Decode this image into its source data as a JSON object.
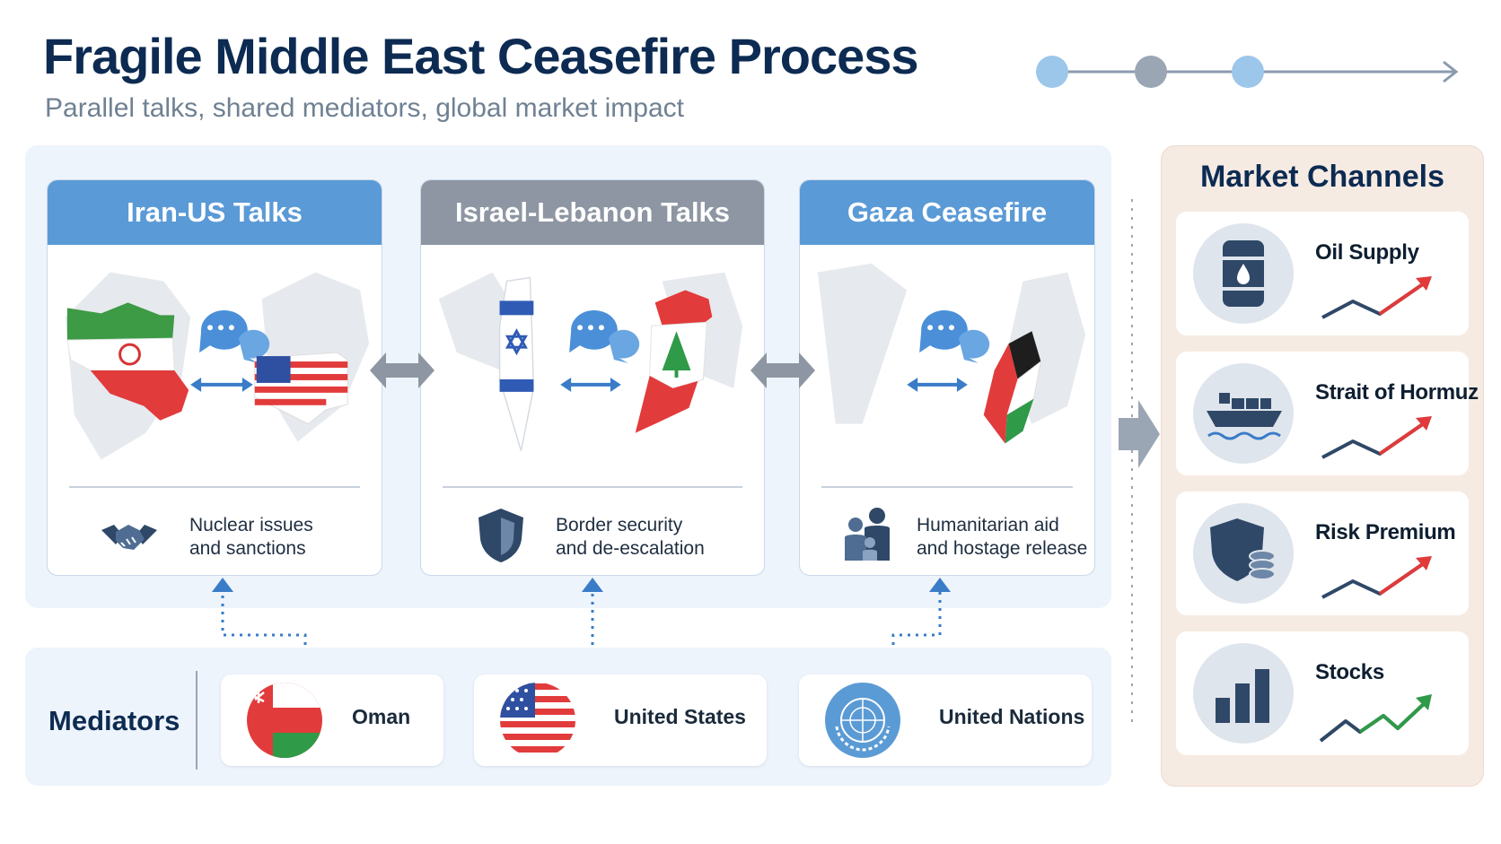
{
  "header": {
    "title": "Fragile Middle East Ceasefire Process",
    "subtitle": "Parallel talks, shared mediators, global market impact"
  },
  "talks": [
    {
      "title": "Iran-US Talks",
      "topic_line1": "Nuclear issues",
      "topic_line2": "and sanctions",
      "icon": "handshake-icon"
    },
    {
      "title": "Israel-Lebanon Talks",
      "topic_line1": "Border security",
      "topic_line2": "and de-escalation",
      "icon": "shield-icon"
    },
    {
      "title": "Gaza Ceasefire",
      "topic_line1": "Humanitarian aid",
      "topic_line2": "and hostage release",
      "icon": "family-icon"
    }
  ],
  "mediators": {
    "label": "Mediators",
    "items": [
      {
        "name": "Oman",
        "icon": "oman-flag-icon"
      },
      {
        "name": "United States",
        "icon": "us-flag-icon"
      },
      {
        "name": "United Nations",
        "icon": "un-emblem-icon"
      }
    ]
  },
  "market": {
    "title": "Market Channels",
    "items": [
      {
        "label": "Oil Supply",
        "icon": "oil-barrel-icon",
        "trend": "up"
      },
      {
        "label": "Strait of Hormuz",
        "icon": "cargo-ship-icon",
        "trend": "up"
      },
      {
        "label": "Risk Premium",
        "icon": "shield-coins-icon",
        "trend": "up"
      },
      {
        "label": "Stocks",
        "icon": "bar-chart-icon",
        "trend": "up"
      }
    ]
  },
  "colors": {
    "navy": "#0d2b52",
    "header_blue": "#5a9ad6",
    "header_gray": "#8d96a2",
    "trend_red": "#e03a3a",
    "trend_green": "#2f9a48",
    "panel_blue": "#eef4fb",
    "panel_beige": "#f6ebe3"
  }
}
